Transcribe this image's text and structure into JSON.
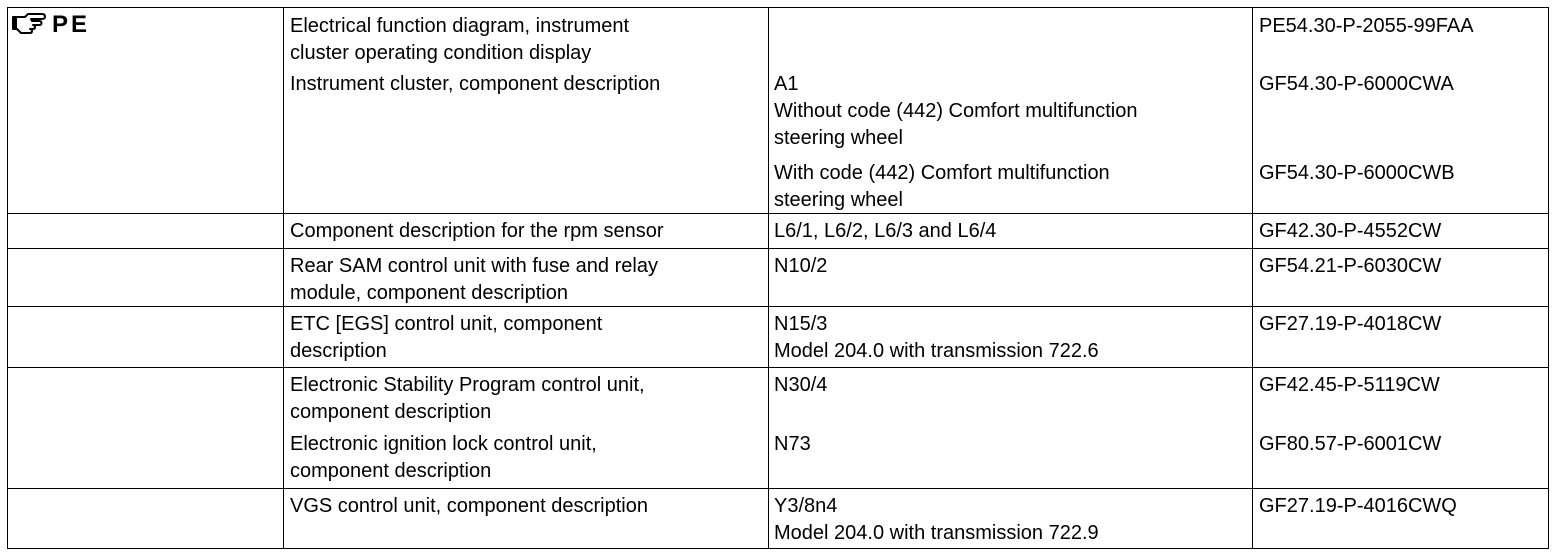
{
  "pe_label": "PE",
  "pe_icon": "pointing-hand-icon",
  "rows": [
    {
      "entries": [
        {
          "description": "Electrical function diagram, instrument\ncluster operating condition display",
          "component": "",
          "document": "PE54.30-P-2055-99FAA"
        },
        {
          "description": "Instrument cluster, component description",
          "component": "A1\nWithout code (442) Comfort multifunction\nsteering wheel",
          "document": "GF54.30-P-6000CWA"
        },
        {
          "description": "",
          "component": "With code (442) Comfort multifunction\nsteering wheel",
          "document": "GF54.30-P-6000CWB"
        }
      ]
    },
    {
      "entries": [
        {
          "description": "Component description for the rpm sensor",
          "component": "L6/1, L6/2, L6/3 and L6/4",
          "document": "GF42.30-P-4552CW"
        }
      ]
    },
    {
      "entries": [
        {
          "description": "Rear SAM control unit with fuse and relay\nmodule, component description",
          "component": "N10/2",
          "document": "GF54.21-P-6030CW"
        }
      ]
    },
    {
      "entries": [
        {
          "description": "ETC [EGS] control unit, component\ndescription",
          "component": "N15/3\nModel 204.0 with transmission 722.6",
          "document": "GF27.19-P-4018CW"
        }
      ]
    },
    {
      "entries": [
        {
          "description": "Electronic Stability Program control unit,\ncomponent description",
          "component": "N30/4",
          "document": "GF42.45-P-5119CW"
        },
        {
          "description": "Electronic ignition lock control unit,\ncomponent description",
          "component": "N73",
          "document": "GF80.57-P-6001CW"
        }
      ]
    },
    {
      "entries": [
        {
          "description": "VGS control unit, component description",
          "component": "Y3/8n4\nModel 204.0 with transmission 722.9",
          "document": "GF27.19-P-4016CWQ"
        }
      ]
    }
  ]
}
